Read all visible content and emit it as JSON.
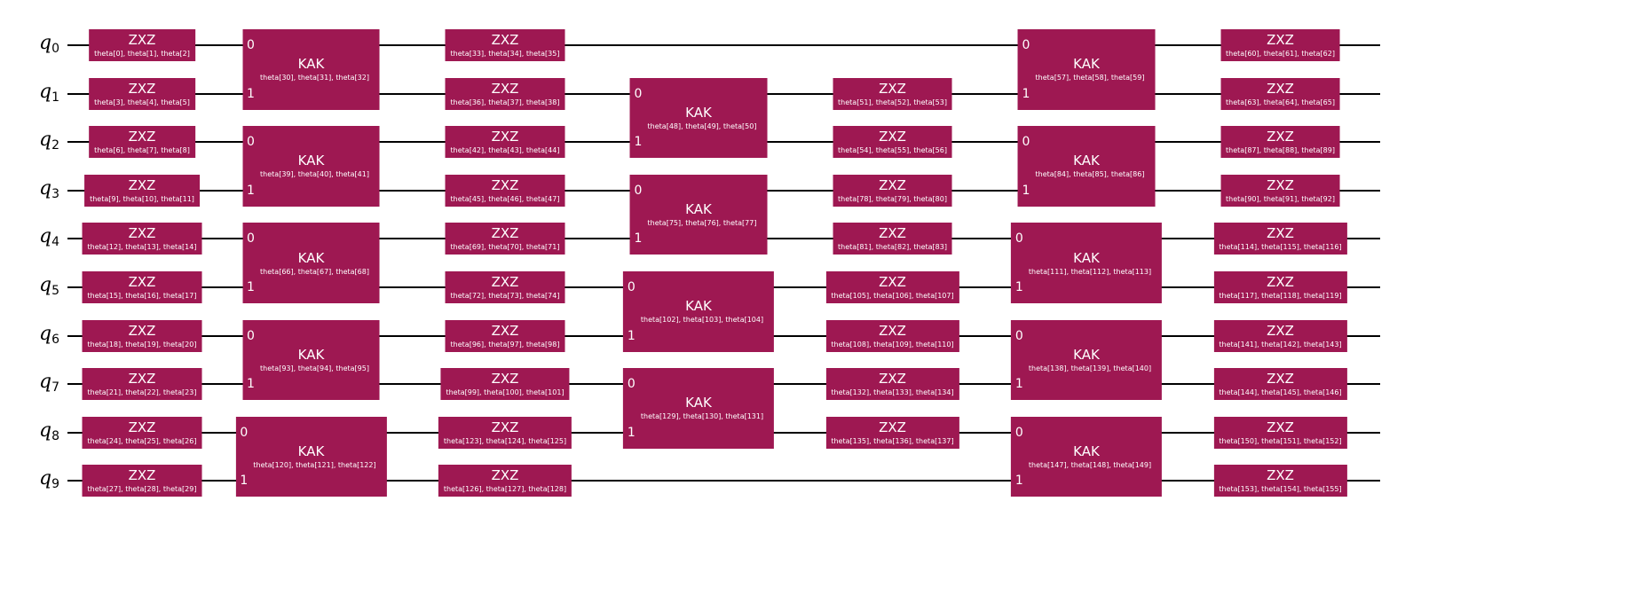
{
  "colors": {
    "gate": "#9e1852",
    "wire": "#000000",
    "text": "#ffffff"
  },
  "qubits": [
    {
      "name": "q",
      "index": "0"
    },
    {
      "name": "q",
      "index": "1"
    },
    {
      "name": "q",
      "index": "2"
    },
    {
      "name": "q",
      "index": "3"
    },
    {
      "name": "q",
      "index": "4"
    },
    {
      "name": "q",
      "index": "5"
    },
    {
      "name": "q",
      "index": "6"
    },
    {
      "name": "q",
      "index": "7"
    },
    {
      "name": "q",
      "index": "8"
    },
    {
      "name": "q",
      "index": "9"
    }
  ],
  "port_labels": [
    "0",
    "1"
  ],
  "gates": [
    {
      "name": "ZXZ",
      "params": "theta[0], theta[1], theta[2]",
      "qubits": [
        0
      ],
      "col": 0
    },
    {
      "name": "ZXZ",
      "params": "theta[3], theta[4], theta[5]",
      "qubits": [
        1
      ],
      "col": 0
    },
    {
      "name": "ZXZ",
      "params": "theta[6], theta[7], theta[8]",
      "qubits": [
        2
      ],
      "col": 0
    },
    {
      "name": "ZXZ",
      "params": "theta[9], theta[10], theta[11]",
      "qubits": [
        3
      ],
      "col": 0
    },
    {
      "name": "ZXZ",
      "params": "theta[12], theta[13], theta[14]",
      "qubits": [
        4
      ],
      "col": 0
    },
    {
      "name": "ZXZ",
      "params": "theta[15], theta[16], theta[17]",
      "qubits": [
        5
      ],
      "col": 0
    },
    {
      "name": "ZXZ",
      "params": "theta[18], theta[19], theta[20]",
      "qubits": [
        6
      ],
      "col": 0
    },
    {
      "name": "ZXZ",
      "params": "theta[21], theta[22], theta[23]",
      "qubits": [
        7
      ],
      "col": 0
    },
    {
      "name": "ZXZ",
      "params": "theta[24], theta[25], theta[26]",
      "qubits": [
        8
      ],
      "col": 0
    },
    {
      "name": "ZXZ",
      "params": "theta[27], theta[28], theta[29]",
      "qubits": [
        9
      ],
      "col": 0
    },
    {
      "name": "KAK",
      "params": "theta[30], theta[31], theta[32]",
      "qubits": [
        0,
        1
      ],
      "col": 1
    },
    {
      "name": "KAK",
      "params": "theta[39], theta[40], theta[41]",
      "qubits": [
        2,
        3
      ],
      "col": 1
    },
    {
      "name": "KAK",
      "params": "theta[66], theta[67], theta[68]",
      "qubits": [
        4,
        5
      ],
      "col": 1
    },
    {
      "name": "KAK",
      "params": "theta[93], theta[94], theta[95]",
      "qubits": [
        6,
        7
      ],
      "col": 1
    },
    {
      "name": "KAK",
      "params": "theta[120], theta[121], theta[122]",
      "qubits": [
        8,
        9
      ],
      "col": 1
    },
    {
      "name": "ZXZ",
      "params": "theta[33], theta[34], theta[35]",
      "qubits": [
        0
      ],
      "col": 2
    },
    {
      "name": "ZXZ",
      "params": "theta[36], theta[37], theta[38]",
      "qubits": [
        1
      ],
      "col": 2
    },
    {
      "name": "ZXZ",
      "params": "theta[42], theta[43], theta[44]",
      "qubits": [
        2
      ],
      "col": 2
    },
    {
      "name": "ZXZ",
      "params": "theta[45], theta[46], theta[47]",
      "qubits": [
        3
      ],
      "col": 2
    },
    {
      "name": "ZXZ",
      "params": "theta[69], theta[70], theta[71]",
      "qubits": [
        4
      ],
      "col": 2
    },
    {
      "name": "ZXZ",
      "params": "theta[72], theta[73], theta[74]",
      "qubits": [
        5
      ],
      "col": 2
    },
    {
      "name": "ZXZ",
      "params": "theta[96], theta[97], theta[98]",
      "qubits": [
        6
      ],
      "col": 2
    },
    {
      "name": "ZXZ",
      "params": "theta[99], theta[100], theta[101]",
      "qubits": [
        7
      ],
      "col": 2
    },
    {
      "name": "ZXZ",
      "params": "theta[123], theta[124], theta[125]",
      "qubits": [
        8
      ],
      "col": 2
    },
    {
      "name": "ZXZ",
      "params": "theta[126], theta[127], theta[128]",
      "qubits": [
        9
      ],
      "col": 2
    },
    {
      "name": "KAK",
      "params": "theta[48], theta[49], theta[50]",
      "qubits": [
        1,
        2
      ],
      "col": 3
    },
    {
      "name": "KAK",
      "params": "theta[75], theta[76], theta[77]",
      "qubits": [
        3,
        4
      ],
      "col": 3
    },
    {
      "name": "KAK",
      "params": "theta[102], theta[103], theta[104]",
      "qubits": [
        5,
        6
      ],
      "col": 3
    },
    {
      "name": "KAK",
      "params": "theta[129], theta[130], theta[131]",
      "qubits": [
        7,
        8
      ],
      "col": 3
    },
    {
      "name": "ZXZ",
      "params": "theta[51], theta[52], theta[53]",
      "qubits": [
        1
      ],
      "col": 4
    },
    {
      "name": "ZXZ",
      "params": "theta[54], theta[55], theta[56]",
      "qubits": [
        2
      ],
      "col": 4
    },
    {
      "name": "ZXZ",
      "params": "theta[78], theta[79], theta[80]",
      "qubits": [
        3
      ],
      "col": 4
    },
    {
      "name": "ZXZ",
      "params": "theta[81], theta[82], theta[83]",
      "qubits": [
        4
      ],
      "col": 4
    },
    {
      "name": "ZXZ",
      "params": "theta[105], theta[106], theta[107]",
      "qubits": [
        5
      ],
      "col": 4
    },
    {
      "name": "ZXZ",
      "params": "theta[108], theta[109], theta[110]",
      "qubits": [
        6
      ],
      "col": 4
    },
    {
      "name": "ZXZ",
      "params": "theta[132], theta[133], theta[134]",
      "qubits": [
        7
      ],
      "col": 4
    },
    {
      "name": "ZXZ",
      "params": "theta[135], theta[136], theta[137]",
      "qubits": [
        8
      ],
      "col": 4
    },
    {
      "name": "KAK",
      "params": "theta[57], theta[58], theta[59]",
      "qubits": [
        0,
        1
      ],
      "col": 5
    },
    {
      "name": "KAK",
      "params": "theta[84], theta[85], theta[86]",
      "qubits": [
        2,
        3
      ],
      "col": 5
    },
    {
      "name": "KAK",
      "params": "theta[111], theta[112], theta[113]",
      "qubits": [
        4,
        5
      ],
      "col": 5
    },
    {
      "name": "KAK",
      "params": "theta[138], theta[139], theta[140]",
      "qubits": [
        6,
        7
      ],
      "col": 5
    },
    {
      "name": "KAK",
      "params": "theta[147], theta[148], theta[149]",
      "qubits": [
        8,
        9
      ],
      "col": 5
    },
    {
      "name": "ZXZ",
      "params": "theta[60], theta[61], theta[62]",
      "qubits": [
        0
      ],
      "col": 6
    },
    {
      "name": "ZXZ",
      "params": "theta[63], theta[64], theta[65]",
      "qubits": [
        1
      ],
      "col": 6
    },
    {
      "name": "ZXZ",
      "params": "theta[87], theta[88], theta[89]",
      "qubits": [
        2
      ],
      "col": 6
    },
    {
      "name": "ZXZ",
      "params": "theta[90], theta[91], theta[92]",
      "qubits": [
        3
      ],
      "col": 6
    },
    {
      "name": "ZXZ",
      "params": "theta[114], theta[115], theta[116]",
      "qubits": [
        4
      ],
      "col": 6
    },
    {
      "name": "ZXZ",
      "params": "theta[117], theta[118], theta[119]",
      "qubits": [
        5
      ],
      "col": 6
    },
    {
      "name": "ZXZ",
      "params": "theta[141], theta[142], theta[143]",
      "qubits": [
        6
      ],
      "col": 6
    },
    {
      "name": "ZXZ",
      "params": "theta[144], theta[145], theta[146]",
      "qubits": [
        7
      ],
      "col": 6
    },
    {
      "name": "ZXZ",
      "params": "theta[150], theta[151], theta[152]",
      "qubits": [
        8
      ],
      "col": 6
    },
    {
      "name": "ZXZ",
      "params": "theta[153], theta[154], theta[155]",
      "qubits": [
        9
      ],
      "col": 6
    }
  ]
}
